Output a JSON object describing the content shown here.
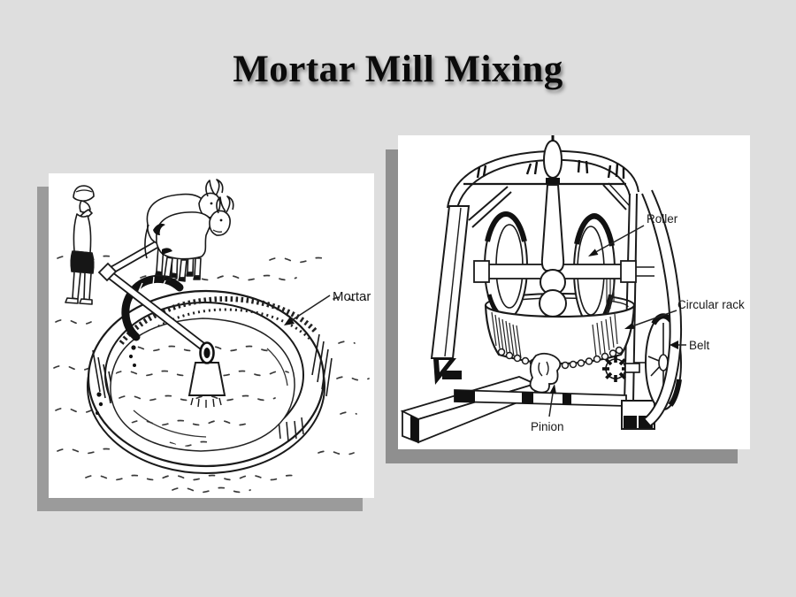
{
  "slide": {
    "title": "Mortar Mill Mixing",
    "colors": {
      "background": "#dedede",
      "panel": "#ffffff",
      "panel_shadow": "#9b9b9b",
      "ink": "#1a1a1a"
    }
  },
  "left_figure": {
    "labels": {
      "mortar": "Mortar"
    }
  },
  "right_figure": {
    "labels": {
      "roller": "Roller",
      "circular_rack": "Circular rack",
      "belt": "Belt",
      "pinion": "Pinion"
    }
  }
}
